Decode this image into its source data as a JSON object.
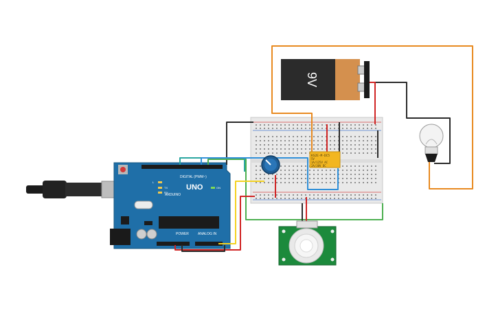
{
  "battery": {
    "label": "9V",
    "color_body": "#2b2b2b",
    "color_cap": "#d4904e"
  },
  "arduino": {
    "brand": "ARDUINO",
    "model": "UNO",
    "header_digital": "DIGITAL (PWM~)",
    "header_power": "POWER",
    "header_analog": "ANALOG IN",
    "led_tx": "TX",
    "led_rx": "RX",
    "led_l": "L",
    "led_on": "ON",
    "color_board": "#1f6fa8"
  },
  "relay": {
    "line1": "KS2E-M-DC5",
    "line2": "5V",
    "line3": "1A/125V AC",
    "line4": "2A/30V DC",
    "color": "#f2b620"
  },
  "pir": {
    "color_board": "#1c8a3c",
    "label_left": "",
    "label_right": ""
  },
  "wire_colors": {
    "orange": "#e8891f",
    "black": "#2a2a2a",
    "red": "#d02424",
    "green": "#4caf50",
    "yellow": "#f4d21f",
    "blue": "#2f8fd8",
    "teal": "#2aa6a0"
  }
}
